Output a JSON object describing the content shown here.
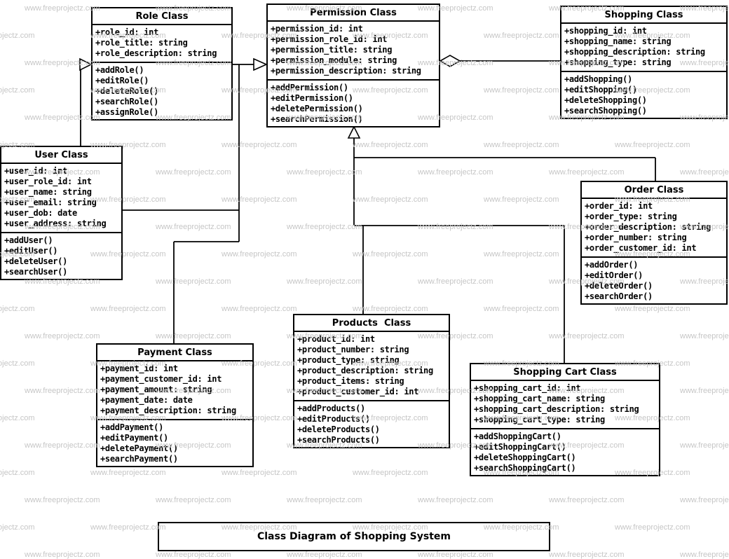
{
  "watermark": {
    "text": "www.freeprojectz.com",
    "color": "#c6c6c6"
  },
  "diagram_title": "Class Diagram of Shopping System",
  "classes": [
    {
      "title": "Role Class",
      "attributes": [
        "+role_id: int",
        "+role_title: string",
        "+role_description: string"
      ],
      "methods": [
        "+addRole()",
        "+editRole()",
        "+deleteRole()",
        "+searchRole()",
        "+assignRole()"
      ]
    },
    {
      "title": "Permission Class",
      "attributes": [
        "+permission_id: int",
        "+permission_role_id: int",
        "+permission_title: string",
        "+permission_module: string",
        "+permission_description: string"
      ],
      "methods": [
        "+addPermission()",
        "+editPermission()",
        "+deletePermission()",
        "+searchPermission()"
      ]
    },
    {
      "title": "Shopping Class",
      "attributes": [
        "+shopping_id: int",
        "+shopping_name: string",
        "+shopping_description: string",
        "+shopping_type: string"
      ],
      "methods": [
        "+addShopping()",
        "+editShopping()",
        "+deleteShopping()",
        "+searchShopping()"
      ]
    },
    {
      "title": "User Class",
      "attributes": [
        "+user_id: int",
        "+user_role_id: int",
        "+user_name: string",
        "+user_email: string",
        "+user_dob: date",
        "+user_address: string"
      ],
      "methods": [
        "+addUser()",
        "+editUser()",
        "+deleteUser()",
        "+searchUser()"
      ]
    },
    {
      "title": "Order Class",
      "attributes": [
        "+order_id: int",
        "+order_type: string",
        "+order_description: string",
        "+order_number: string",
        "+order_customer_id: int"
      ],
      "methods": [
        "+addOrder()",
        "+editOrder()",
        "+deleteOrder()",
        "+searchOrder()"
      ]
    },
    {
      "title": "Products  Class",
      "attributes": [
        "+product_id: int",
        "+product_number: string",
        "+product_type: string",
        "+product_description: string",
        "+product_items: string",
        "+product_customer_id: int"
      ],
      "methods": [
        "+addProducts()",
        "+editProducts()",
        "+deleteProducts()",
        "+searchProducts()"
      ]
    },
    {
      "title": "Payment Class",
      "attributes": [
        "+payment_id: int",
        "+payment_customer_id: int",
        "+payment_amount: string",
        "+payment_date: date",
        "+payment_description: string"
      ],
      "methods": [
        "+addPayment()",
        "+editPayment()",
        "+deletePayment()",
        "+searchPayment()"
      ]
    },
    {
      "title": "Shopping Cart Class",
      "attributes": [
        "+shopping_cart_id: int",
        "+shopping_cart_name: string",
        "+shopping_cart_description: string",
        "+shopping_cart_type: string"
      ],
      "methods": [
        "+addShoppingCart()",
        "+editShoppingCart()",
        "+deleteShoppingCart()",
        "+searchShoppingCart()"
      ]
    }
  ],
  "relationships": [
    {
      "from": "User Class",
      "to": "Role Class",
      "type": "generalization"
    },
    {
      "from": "Role Class",
      "to": "Permission Class",
      "type": "generalization"
    },
    {
      "from": "Shopping Class",
      "to": "Permission Class",
      "type": "aggregation"
    },
    {
      "from": "Order Class",
      "to": "Permission Class",
      "type": "generalization"
    },
    {
      "from": "Products Class",
      "to": "Permission Class",
      "type": "generalization"
    },
    {
      "from": "Shopping Cart Class",
      "to": "Permission Class",
      "type": "generalization"
    },
    {
      "from": "Payment Class",
      "to": "Permission Class",
      "type": "generalization"
    }
  ]
}
